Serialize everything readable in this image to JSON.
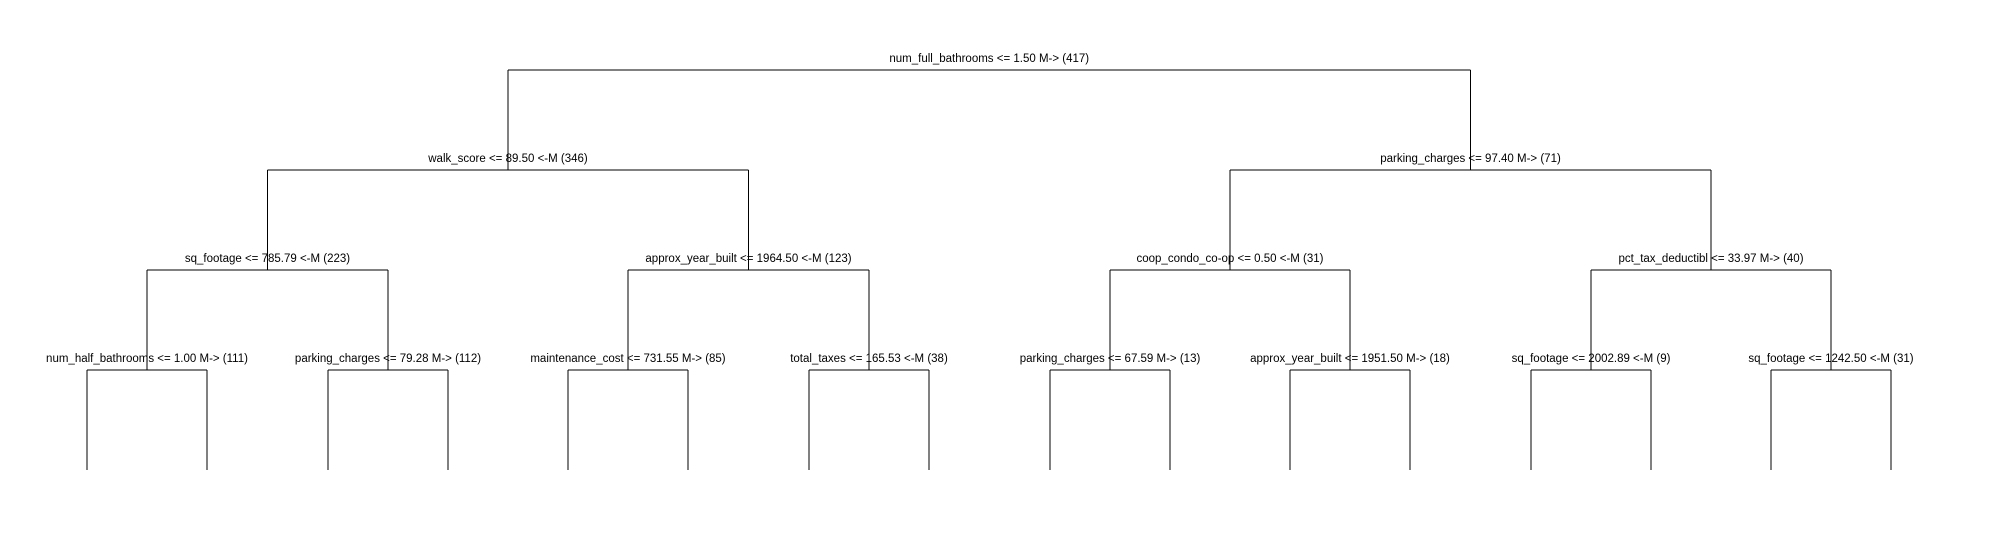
{
  "tree": {
    "line_color": "#000000",
    "background": "#ffffff",
    "root": {
      "label": "num_full_bathrooms <= 1.50 M-> (417)",
      "left": {
        "label": "walk_score <= 89.50 <-M (346)",
        "left": {
          "label": "sq_footage <= 785.79 <-M (223)",
          "left": {
            "label": "num_half_bathrooms <= 1.00 M-> (111)"
          },
          "right": {
            "label": "parking_charges <= 79.28 M-> (112)"
          }
        },
        "right": {
          "label": "approx_year_built <= 1964.50 <-M (123)",
          "left": {
            "label": "maintenance_cost <= 731.55 M-> (85)"
          },
          "right": {
            "label": "total_taxes <= 165.53 <-M (38)"
          }
        }
      },
      "right": {
        "label": "parking_charges <= 97.40 M-> (71)",
        "left": {
          "label": "coop_condo_co-op <= 0.50 <-M (31)",
          "left": {
            "label": "parking_charges <= 67.59 M-> (13)"
          },
          "right": {
            "label": "approx_year_built <= 1951.50 M-> (18)"
          }
        },
        "right": {
          "label": "pct_tax_deductibl <= 33.97 M-> (40)",
          "left": {
            "label": "sq_footage <= 2002.89 <-M (9)"
          },
          "right": {
            "label": "sq_footage <= 1242.50 <-M (31)"
          }
        }
      }
    }
  }
}
